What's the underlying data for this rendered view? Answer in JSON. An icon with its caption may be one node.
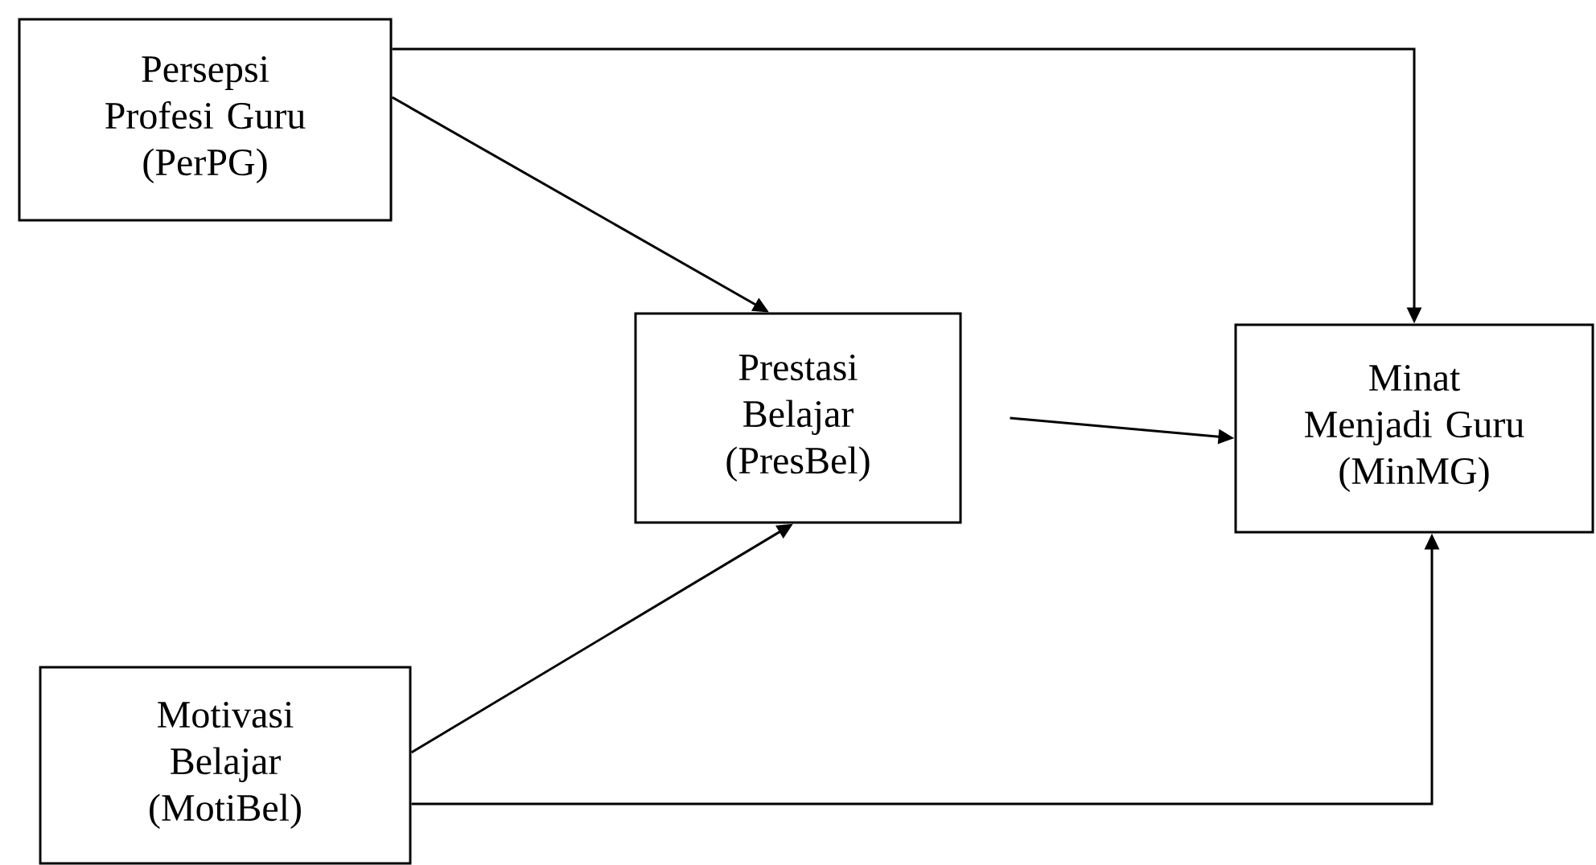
{
  "diagram": {
    "nodes": [
      {
        "text": [
          "Persepsi Profesi Guru (PerPG)"
        ]
      },
      {
        "text": [
          "Prestasi Belajar (PresBel)"
        ]
      },
      {
        "text": [
          "Minat Menjadi Guru (MinMG)"
        ]
      },
      {
        "text": [
          "Motivasi Belajar (MotiBel)"
        ]
      }
    ],
    "edges": [
      {
        "from": 0,
        "to": 2,
        "arrow": "to"
      },
      {
        "from": 0,
        "to": 1,
        "arrow": "to"
      },
      {
        "from": 1,
        "to": 2,
        "arrow": "to"
      },
      {
        "from": 3,
        "to": 1,
        "arrow": "to"
      },
      {
        "from": 3,
        "to": 2,
        "arrow": "to"
      }
    ]
  }
}
